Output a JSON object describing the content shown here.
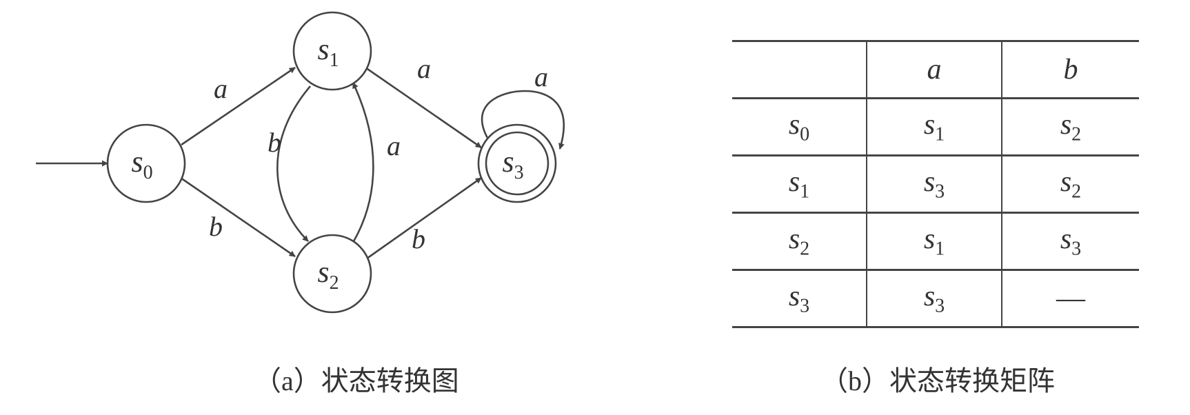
{
  "diagram": {
    "caption": "（a）状态转换图",
    "start_state": "s0",
    "accepting_states": [
      "s3"
    ],
    "nodes": [
      {
        "id": "s0",
        "base": "s",
        "sub": "0"
      },
      {
        "id": "s1",
        "base": "s",
        "sub": "1"
      },
      {
        "id": "s2",
        "base": "s",
        "sub": "2"
      },
      {
        "id": "s3",
        "base": "s",
        "sub": "3"
      }
    ],
    "edges": [
      {
        "from": "s0",
        "to": "s1",
        "label": "a"
      },
      {
        "from": "s0",
        "to": "s2",
        "label": "b"
      },
      {
        "from": "s1",
        "to": "s3",
        "label": "a"
      },
      {
        "from": "s1",
        "to": "s2",
        "label": "b"
      },
      {
        "from": "s2",
        "to": "s1",
        "label": "a"
      },
      {
        "from": "s2",
        "to": "s3",
        "label": "b"
      },
      {
        "from": "s3",
        "to": "s3",
        "label": "a"
      }
    ]
  },
  "matrix": {
    "caption": "（b）状态转换矩阵",
    "header": [
      "",
      "a",
      "b"
    ],
    "rows": [
      {
        "state": {
          "base": "s",
          "sub": "0"
        },
        "a": {
          "base": "s",
          "sub": "1"
        },
        "b": {
          "base": "s",
          "sub": "2"
        }
      },
      {
        "state": {
          "base": "s",
          "sub": "1"
        },
        "a": {
          "base": "s",
          "sub": "3"
        },
        "b": {
          "base": "s",
          "sub": "2"
        }
      },
      {
        "state": {
          "base": "s",
          "sub": "2"
        },
        "a": {
          "base": "s",
          "sub": "1"
        },
        "b": {
          "base": "s",
          "sub": "3"
        }
      },
      {
        "state": {
          "base": "s",
          "sub": "3"
        },
        "a": {
          "base": "s",
          "sub": "3"
        },
        "b": {
          "base": "—",
          "sub": ""
        }
      }
    ]
  }
}
